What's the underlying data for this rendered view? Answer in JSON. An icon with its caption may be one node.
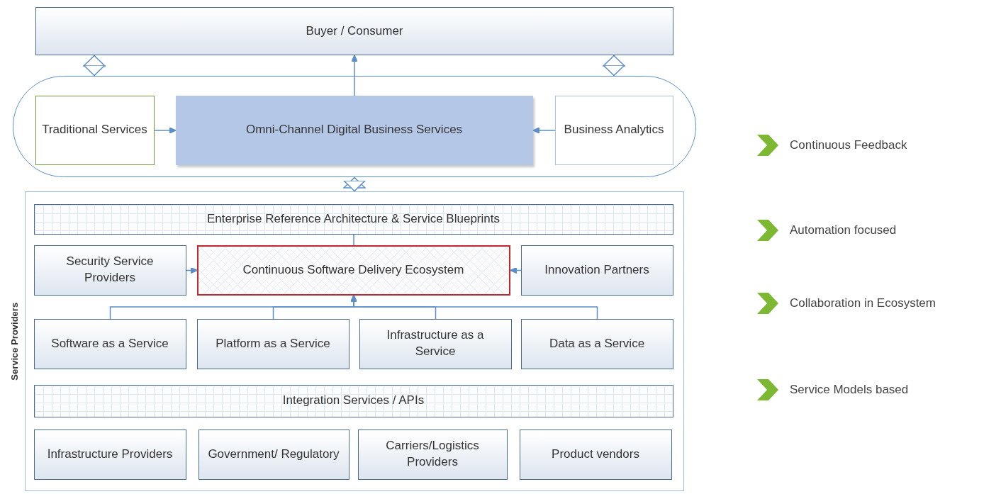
{
  "diagram": {
    "nodes": [
      {
        "text": [
          "Buyer / Consumer"
        ]
      },
      {
        "text": [],
        "shape": "band"
      },
      {
        "text": [
          "Traditional Services"
        ],
        "in": 1
      },
      {
        "text": [
          "Omni-Channel Digital Business Services"
        ],
        "in": 1
      },
      {
        "text": [
          "Business Analytics"
        ],
        "in": 1
      },
      {
        "text": [
          "Service Providers"
        ]
      },
      {
        "text": [
          "Enterprise Reference Architecture & Service Blueprints"
        ],
        "in": 5
      },
      {
        "text": [
          "Security Service Providers"
        ],
        "in": 5
      },
      {
        "text": [
          "Continuous Software Delivery Ecosystem"
        ],
        "in": 5
      },
      {
        "text": [
          "Innovation Partners"
        ],
        "in": 5
      },
      {
        "text": [
          "Software as a Service"
        ],
        "in": 5
      },
      {
        "text": [
          "Platform as a Service"
        ],
        "in": 5
      },
      {
        "text": [
          "Infrastructure as a Service"
        ],
        "in": 5
      },
      {
        "text": [
          "Data as a Service"
        ],
        "in": 5
      },
      {
        "text": [
          "Integration Services / APIs"
        ],
        "in": 5
      },
      {
        "text": [
          "Infrastructure Providers"
        ],
        "in": 5
      },
      {
        "text": [
          "Government/ Regulatory"
        ],
        "in": 5
      },
      {
        "text": [
          "Carriers/Logistics Providers"
        ],
        "in": 5
      },
      {
        "text": [
          "Product vendors"
        ],
        "in": 5
      }
    ],
    "edges": [
      {
        "from": 0,
        "to": 1,
        "arrow": "both"
      },
      {
        "from": 0,
        "to": 1,
        "arrow": "both"
      },
      {
        "from": 3,
        "to": 0,
        "arrow": "to"
      },
      {
        "from": 2,
        "to": 3,
        "arrow": "to"
      },
      {
        "from": 4,
        "to": 3,
        "arrow": "to"
      },
      {
        "from": 1,
        "to": 5,
        "arrow": "both"
      },
      {
        "from": 6,
        "to": 8,
        "arrow": "none"
      },
      {
        "from": 7,
        "to": 8,
        "arrow": "to"
      },
      {
        "from": 9,
        "to": 8,
        "arrow": "to"
      },
      {
        "from": 10,
        "to": 8,
        "arrow": "to"
      },
      {
        "from": 11,
        "to": 8,
        "arrow": "to"
      },
      {
        "from": 12,
        "to": 8,
        "arrow": "to"
      },
      {
        "from": 13,
        "to": 8,
        "arrow": "to"
      }
    ],
    "labels": [
      "Continuous Feedback",
      "Automation focused",
      "Collaboration in Ecosystem",
      "Service Models based"
    ]
  }
}
